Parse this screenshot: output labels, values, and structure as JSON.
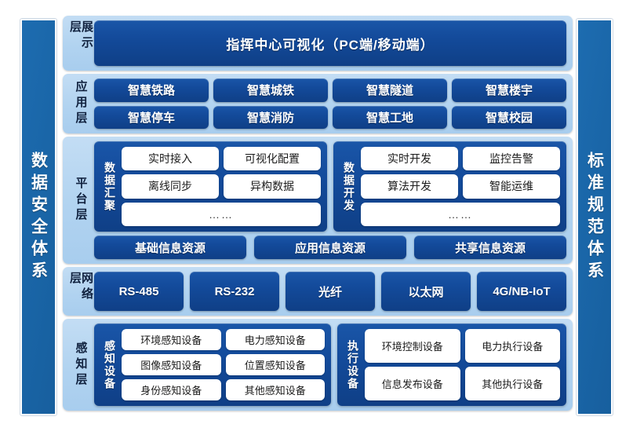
{
  "theme": {
    "page_background": "#4a6e4c",
    "canvas_background": "#ffffff",
    "sidebar_blue": "#1a66a8",
    "layer_light_blue": "#b1d3f0",
    "navy_blue": "#134a9a",
    "pill_white": "#ffffff"
  },
  "sidebars": {
    "left": "数据安全体系",
    "right": "标准规范体系"
  },
  "layers": {
    "display": {
      "label": "展示层",
      "box": "指挥中心可视化（PC端/移动端）"
    },
    "application": {
      "label": "应用层",
      "row1": [
        "智慧铁路",
        "智慧城铁",
        "智慧隧道",
        "智慧楼宇"
      ],
      "row2": [
        "智慧停车",
        "智慧消防",
        "智慧工地",
        "智慧校园"
      ]
    },
    "platform": {
      "label": "平台层",
      "modules": [
        {
          "label": "数据汇聚",
          "row1": [
            "实时接入",
            "可视化配置"
          ],
          "row2": [
            "离线同步",
            "异构数据"
          ],
          "row3": "……"
        },
        {
          "label": "数据开发",
          "row1": [
            "实时开发",
            "监控告警"
          ],
          "row2": [
            "算法开发",
            "智能运维"
          ],
          "row3": "……"
        }
      ],
      "resources": [
        "基础信息资源",
        "应用信息资源",
        "共享信息资源"
      ]
    },
    "network": {
      "label": "网络层",
      "items": [
        "RS-485",
        "RS-232",
        "光纤",
        "以太网",
        "4G/NB-IoT"
      ]
    },
    "sensing": {
      "label": "感知层",
      "modules": [
        {
          "label": "感知设备",
          "row1": [
            "环境感知设备",
            "电力感知设备"
          ],
          "row2": [
            "图像感知设备",
            "位置感知设备"
          ],
          "row3": [
            "身份感知设备",
            "其他感知设备"
          ]
        },
        {
          "label": "执行设备",
          "row1": [
            "环境控制设备",
            "电力执行设备"
          ],
          "row2": [
            "信息发布设备",
            "其他执行设备"
          ]
        }
      ]
    }
  }
}
